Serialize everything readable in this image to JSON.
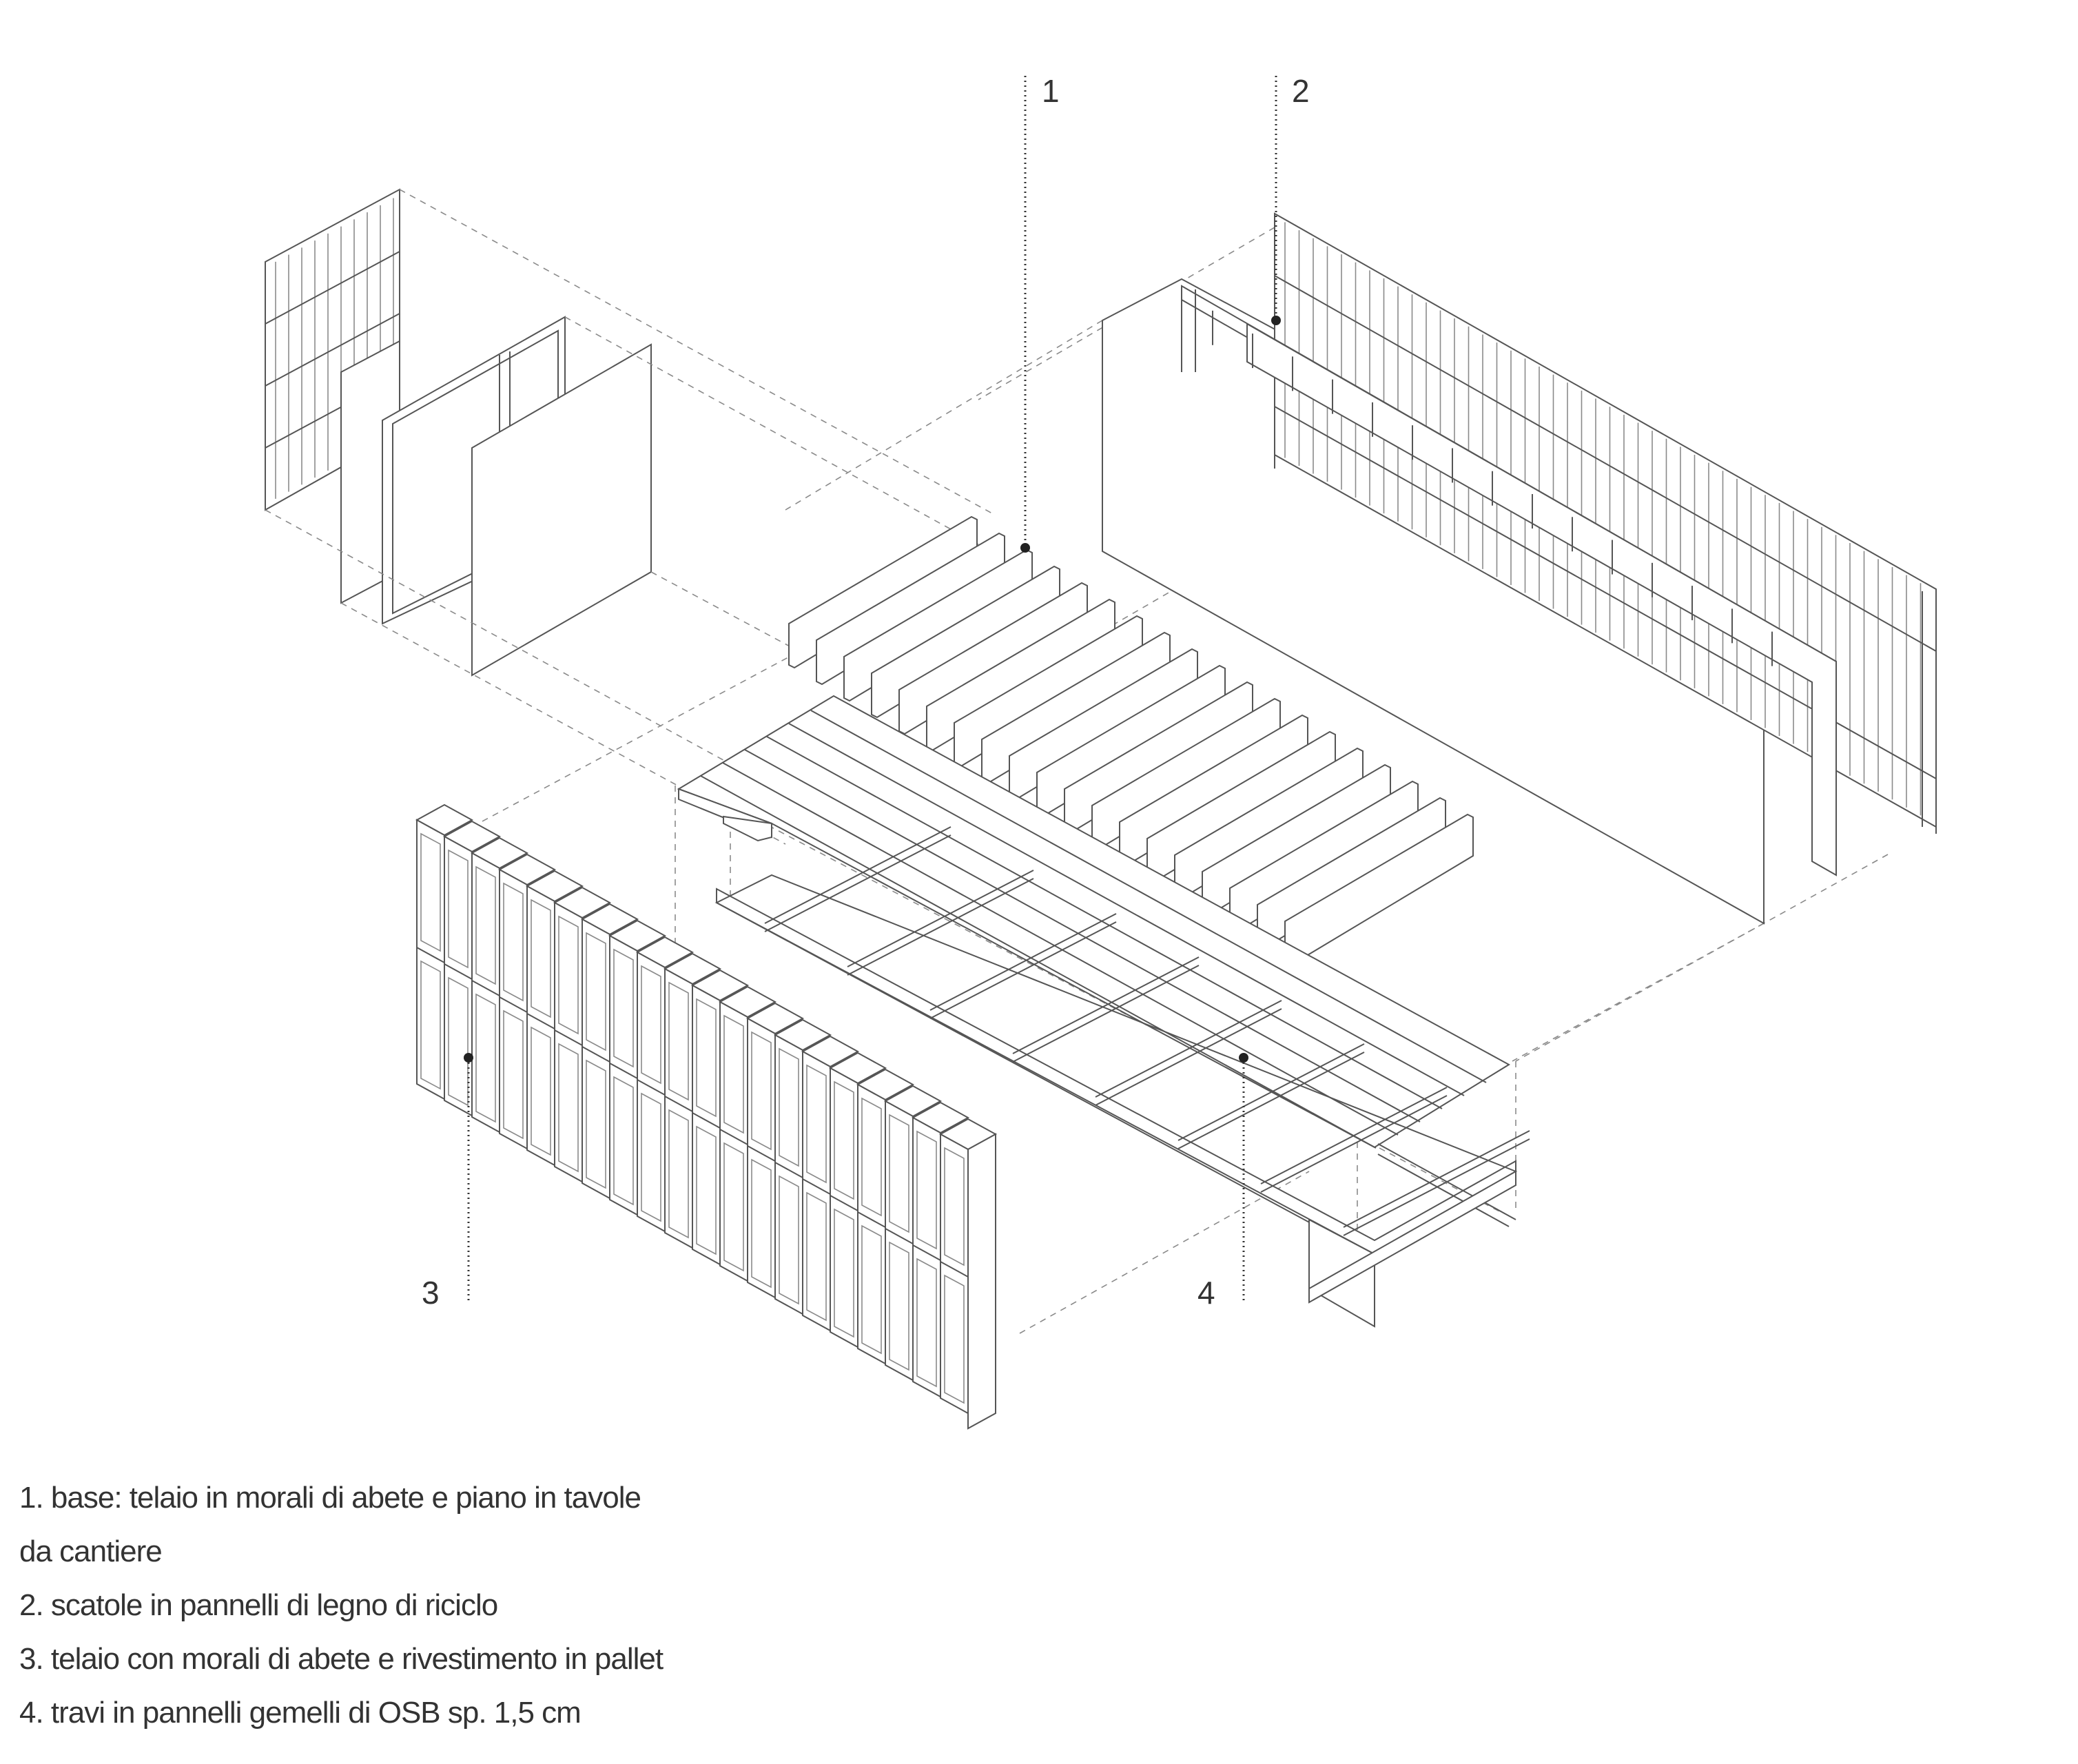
{
  "callouts": [
    {
      "id": "1",
      "label": "1"
    },
    {
      "id": "2",
      "label": "2"
    },
    {
      "id": "3",
      "label": "3"
    },
    {
      "id": "4",
      "label": "4"
    }
  ],
  "legend": [
    "1. base: telaio in morali di abete e piano in tavole",
    "da cantiere",
    "2. scatole in pannelli di legno di riciclo",
    "3. telaio con morali di abete e rivestimento in pallet",
    "4. travi in pannelli gemelli di OSB sp. 1,5 cm"
  ]
}
